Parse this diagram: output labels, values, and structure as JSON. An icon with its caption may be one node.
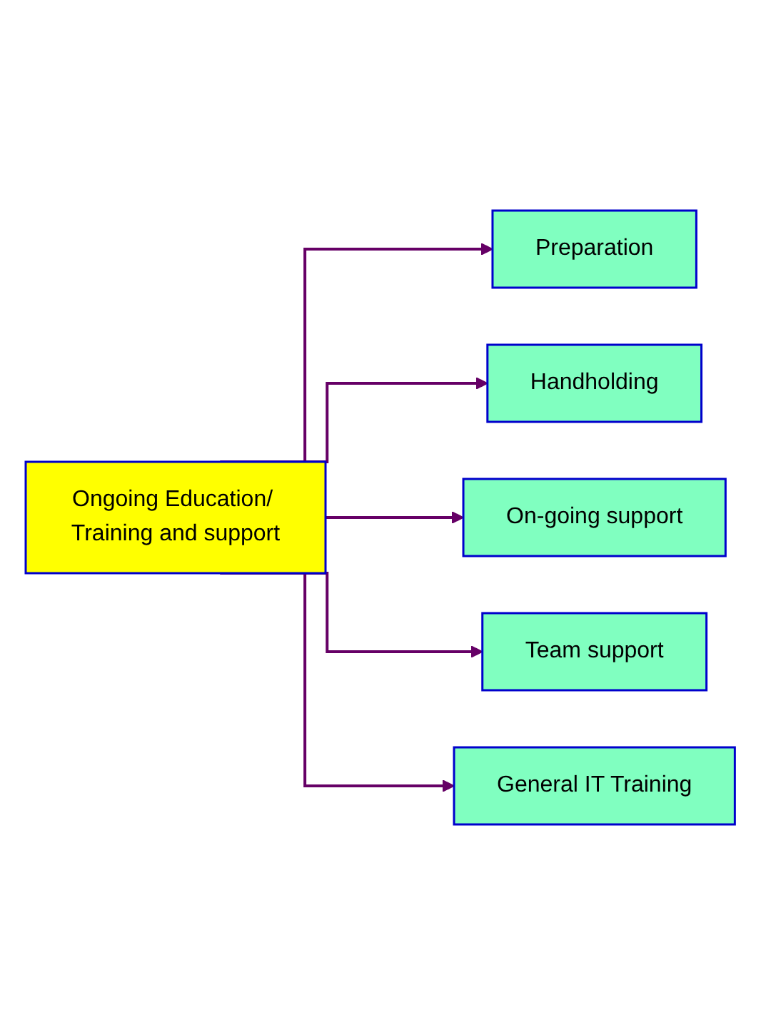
{
  "diagram": {
    "nodes": [
      {
        "text": [
          "Ongoing Education/ Training and support"
        ]
      },
      {
        "text": [
          "Preparation"
        ]
      },
      {
        "text": [
          "Handholding"
        ]
      },
      {
        "text": [
          "On-going support"
        ]
      },
      {
        "text": [
          "Team support"
        ]
      },
      {
        "text": [
          "General IT Training"
        ]
      }
    ],
    "edges": [
      {
        "from": 0,
        "to": 1,
        "arrow": "to"
      },
      {
        "from": 0,
        "to": 2,
        "arrow": "to"
      },
      {
        "from": 0,
        "to": 3,
        "arrow": "to"
      },
      {
        "from": 0,
        "to": 4,
        "arrow": "to"
      },
      {
        "from": 0,
        "to": 5,
        "arrow": "to"
      }
    ]
  }
}
